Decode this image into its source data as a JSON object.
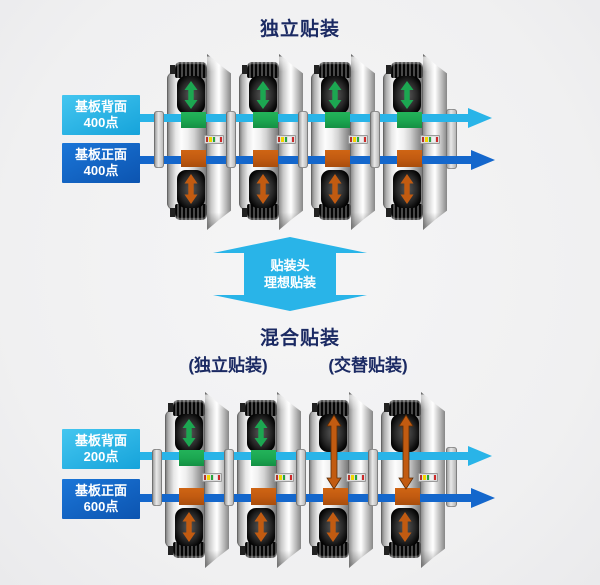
{
  "title_top": "独立贴装",
  "title_bottom": "混合贴装",
  "subtitle_left": "(独立贴装)",
  "subtitle_right": "(交替贴装)",
  "center_arrow": {
    "line1": "贴装头",
    "line2": "理想贴装"
  },
  "labels": {
    "top_back": {
      "line1": "基板背面",
      "line2": "400点"
    },
    "top_front": {
      "line1": "基板正面",
      "line2": "400点"
    },
    "bottom_back": {
      "line1": "基板背面",
      "line2": "200点"
    },
    "bottom_front": {
      "line1": "基板正面",
      "line2": "600点"
    }
  },
  "top_section": {
    "modules": [
      "independent",
      "independent",
      "independent",
      "independent"
    ]
  },
  "bottom_section": {
    "modules": [
      "independent",
      "independent",
      "alternate",
      "alternate"
    ]
  },
  "colors": {
    "bg": "#f0f0f1",
    "navy": "#1b2a63",
    "cyan": "#29b4e8",
    "blue": "#1467cc",
    "green": "#1ca751",
    "orange": "#c25b11",
    "box-cyan-from": "#44c6f0",
    "box-cyan-to": "#16a3da",
    "box-blue-from": "#1b76d8",
    "box-blue-to": "#0c54b0"
  },
  "status_light_colors": [
    "#b7352b",
    "#f2d600",
    "#28a43c",
    "#f0f0f0",
    "#cc2a2a"
  ]
}
